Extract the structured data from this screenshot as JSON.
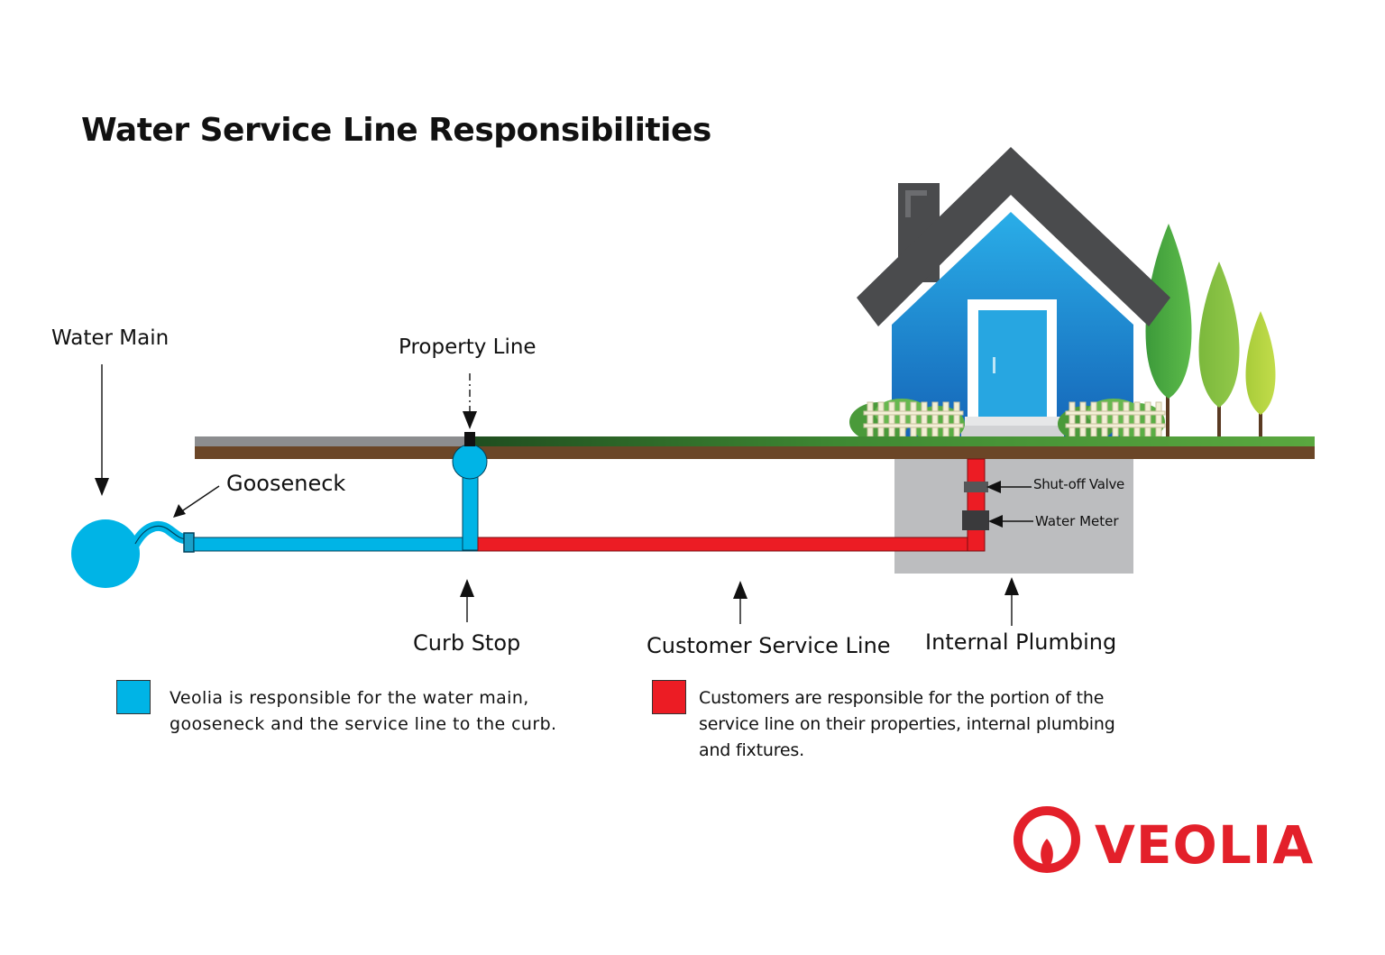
{
  "title": "Water Service Line Responsibilities",
  "labels": {
    "water_main": "Water Main",
    "gooseneck": "Gooseneck",
    "property_line": "Property Line",
    "curb_stop": "Curb Stop",
    "customer_service_line": "Customer Service Line",
    "internal_plumbing": "Internal Plumbing",
    "shutoff_valve": "Shut-off Valve",
    "water_meter": "Water Meter"
  },
  "legend": [
    {
      "color": "#00b4e6",
      "lines": [
        "Veolia is responsible for the water main,",
        "gooseneck and the service line to the curb."
      ]
    },
    {
      "color": "#ec1c24",
      "lines": [
        "Customers are responsible for the portion of the",
        "service line on their properties, internal plumbing",
        "and fixtures."
      ]
    }
  ],
  "logo": {
    "text": "VEOLIA",
    "color": "#e3202a"
  },
  "colors": {
    "veolia_pipe": "#00b4e6",
    "customer_pipe": "#ec1c24",
    "house_wall": "#1f9ad9",
    "roof": "#4a4b4d",
    "grass": "#5aa83f",
    "soil": "#6b4627",
    "basement": "#bcbdbf"
  }
}
